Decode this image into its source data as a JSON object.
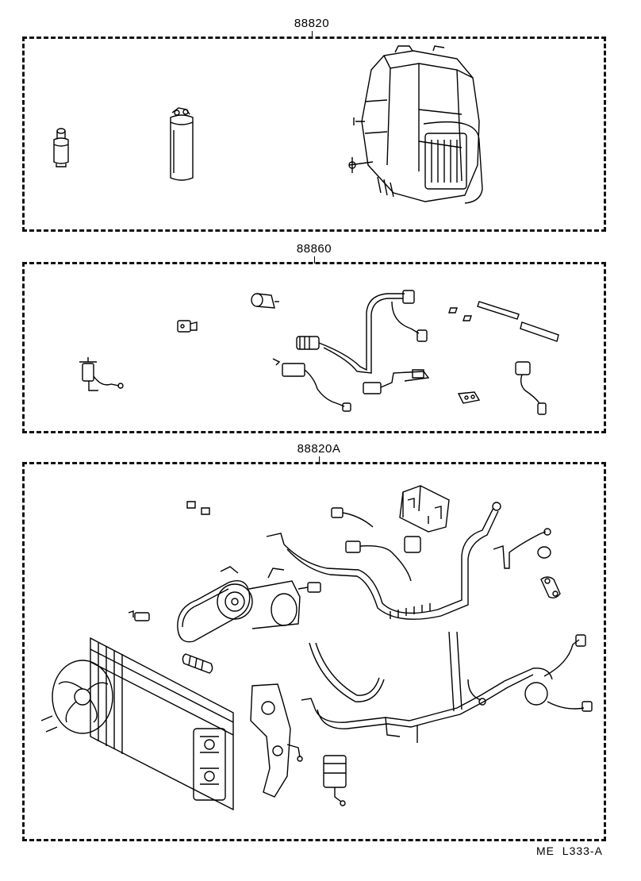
{
  "groups": [
    {
      "id": "g1",
      "label": "88820"
    },
    {
      "id": "g2",
      "label": "88860"
    },
    {
      "id": "g3",
      "label": "88820A"
    }
  ],
  "footer": {
    "ref_prefix": "ME",
    "ref_code": "L333-A"
  }
}
